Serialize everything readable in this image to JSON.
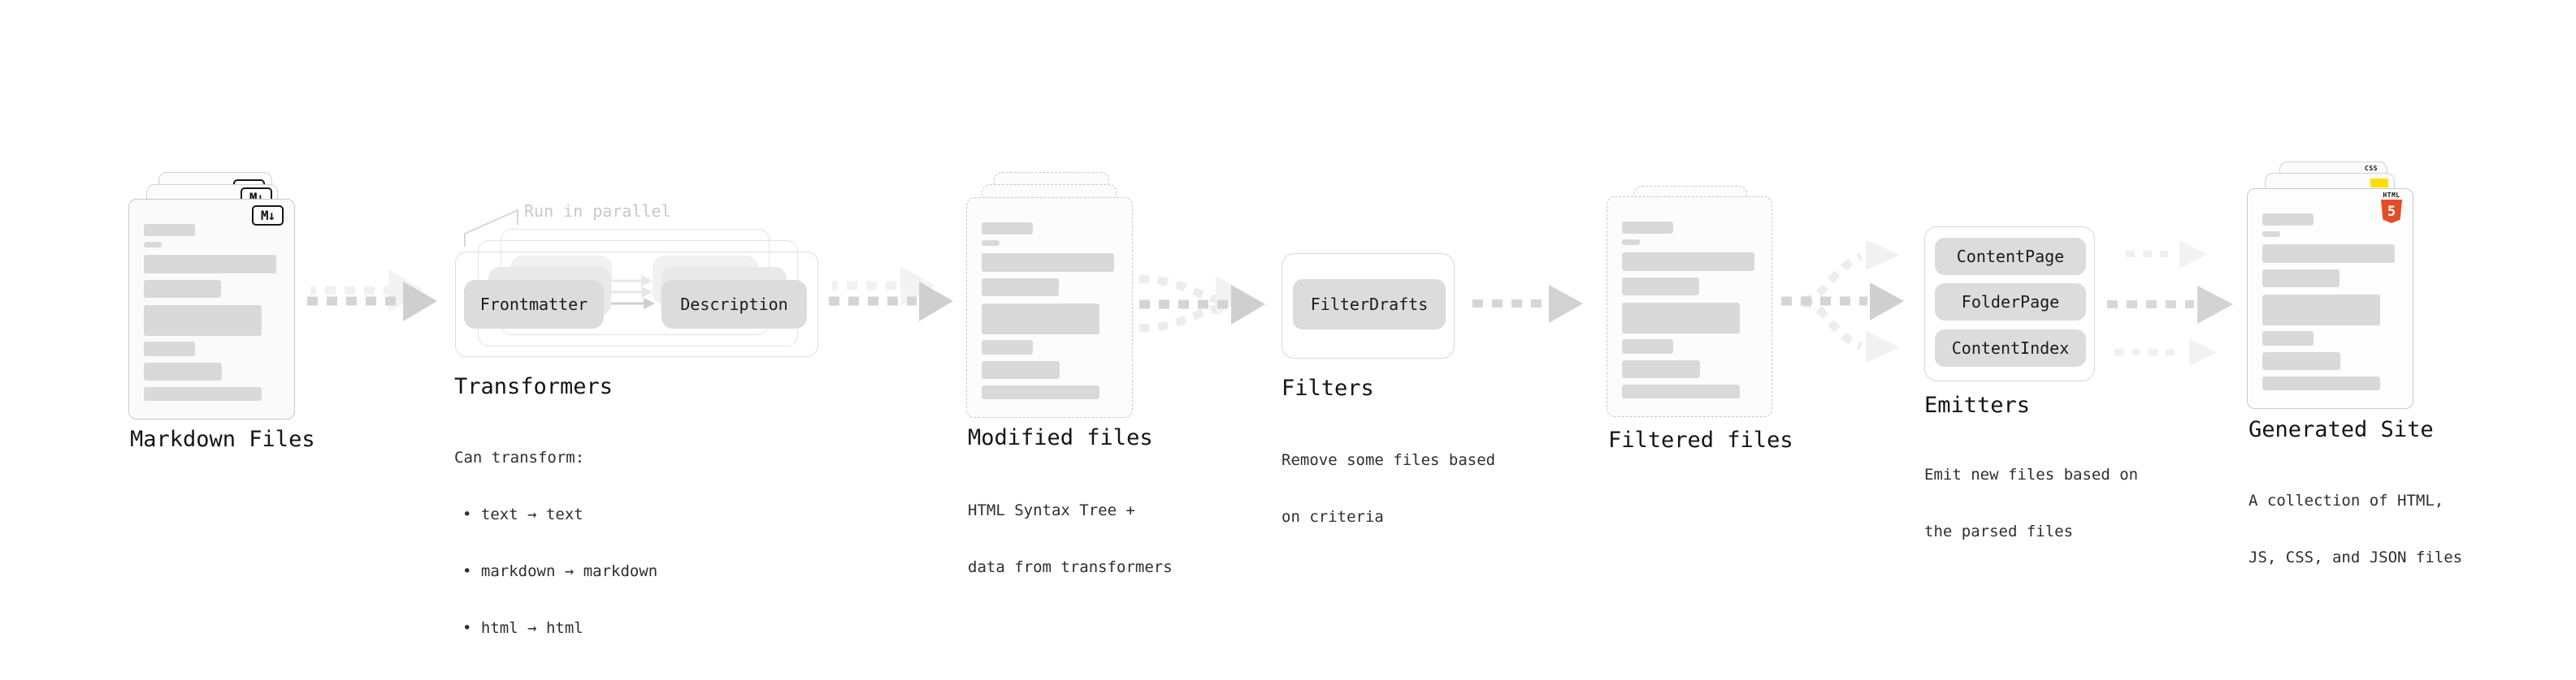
{
  "stages": {
    "markdown": {
      "label": "Markdown Files",
      "badge": "M↓"
    },
    "transformers": {
      "label": "Transformers",
      "annotation": "Run in parallel",
      "chip_frontmatter": "Frontmatter",
      "chip_description": "Description",
      "body": [
        "Can transform:",
        "• text → text",
        "• markdown → markdown",
        "• html → html"
      ]
    },
    "modified": {
      "label": "Modified files",
      "body": [
        "HTML Syntax Tree +",
        "data from transformers"
      ]
    },
    "filters": {
      "label": "Filters",
      "chip": "FilterDrafts",
      "body": [
        "Remove some files based",
        "on criteria"
      ]
    },
    "filtered": {
      "label": "Filtered files"
    },
    "emitters": {
      "label": "Emitters",
      "chips": [
        "ContentPage",
        "FolderPage",
        "ContentIndex"
      ],
      "body": [
        "Emit new files based on",
        "the parsed files"
      ]
    },
    "generated": {
      "label": "Generated Site",
      "body": [
        "A collection of HTML,",
        "JS, CSS, and JSON files"
      ],
      "file_badges": {
        "css_label": "CSS",
        "html_label": "HTML",
        "html_number": "5"
      }
    }
  },
  "colors": {
    "html5_orange": "#e44d26",
    "css_blue": "#2e6bf2",
    "js_yellow": "#ffdf00",
    "chip_gray": "#dcdcdc",
    "bar_gray": "#d9d9d9",
    "page_border": "#c9c9c9",
    "arrow_main": "#d4d4d4",
    "arrow_ghost": "#f1f1f1",
    "annotation_gray": "#c8c8c8"
  }
}
